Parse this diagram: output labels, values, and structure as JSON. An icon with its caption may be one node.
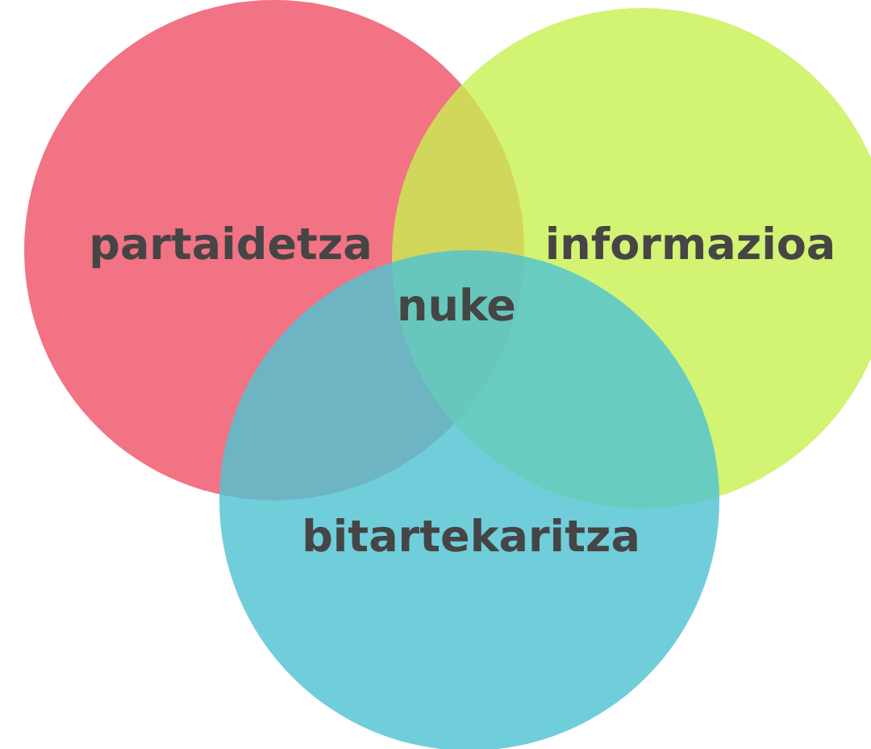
{
  "diagram": {
    "nodes": [
      {
        "text": [
          "partaidetza"
        ]
      },
      {
        "text": [
          "informazioa"
        ]
      },
      {
        "text": [
          "bitartekaritza"
        ]
      }
    ],
    "labels": [
      "nuke"
    ]
  }
}
